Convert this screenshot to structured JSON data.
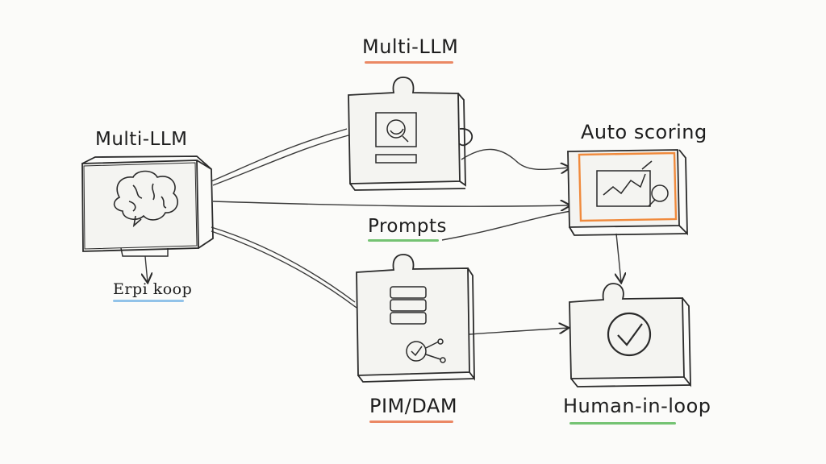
{
  "diagram": {
    "nodes": [
      {
        "id": "llm",
        "label": "Multi-LLM",
        "icon": "brain-icon",
        "underline_color": ""
      },
      {
        "id": "top",
        "label": "Multi-LLM",
        "icon": "document-inspect-icon",
        "underline_color": "#e8734a"
      },
      {
        "id": "scoring",
        "label": "Auto scoring",
        "icon": "chart-magnifier-icon",
        "underline_color": "#e8734a",
        "highlight_color": "#f08a3c"
      },
      {
        "id": "pim",
        "label": "PIM/DAM",
        "icon": "database-check-icon",
        "underline_color": "#e8734a"
      },
      {
        "id": "human",
        "label": "Human-in-loop",
        "icon": "checkmark-circle-icon",
        "underline_color": "#5cb85c"
      }
    ],
    "edge_labels": [
      {
        "id": "prompts",
        "label": "Prompts",
        "underline_color": "#5cb85c"
      },
      {
        "id": "scribble",
        "label": "Erpi koop",
        "underline_color": "#7fb8e6"
      }
    ],
    "colors": {
      "ink": "#2a2a2a",
      "accent_orange": "#f08a3c",
      "accent_green": "#5cb85c",
      "accent_blue": "#7fb8e6"
    }
  }
}
